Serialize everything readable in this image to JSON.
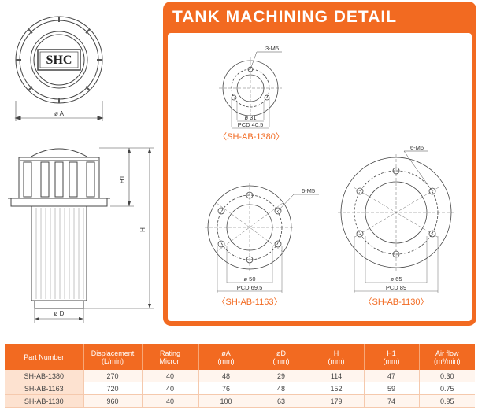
{
  "left": {
    "logo": "SHC",
    "dim_top": "ø A",
    "dim_h1": "H1",
    "dim_h": "H",
    "dim_bottom": "ø D"
  },
  "panel": {
    "title": "TANK MACHINING DETAIL",
    "details": [
      {
        "caption": "〈SH-AB-1380〉",
        "holes": "3-M5",
        "inner_dia": "ø 31",
        "pcd": "PCD 40.5"
      },
      {
        "caption": "〈SH-AB-1163〉",
        "holes": "6-M5",
        "inner_dia": "ø 50",
        "pcd": "PCD 69.5"
      },
      {
        "caption": "〈SH-AB-1130〉",
        "holes": "6-M6",
        "inner_dia": "ø 65",
        "pcd": "PCD 89"
      }
    ]
  },
  "table": {
    "headers": [
      {
        "line1": "Part Number",
        "line2": ""
      },
      {
        "line1": "Displacement",
        "line2": "(L/min)"
      },
      {
        "line1": "Rating",
        "line2": "Micron"
      },
      {
        "line1": "øA",
        "line2": "(mm)"
      },
      {
        "line1": "øD",
        "line2": "(mm)"
      },
      {
        "line1": "H",
        "line2": "(mm)"
      },
      {
        "line1": "H1",
        "line2": "(mm)"
      },
      {
        "line1": "Air flow",
        "line2": "(m³/min)"
      }
    ],
    "rows": [
      [
        "SH-AB-1380",
        "270",
        "40",
        "48",
        "29",
        "114",
        "47",
        "0.30"
      ],
      [
        "SH-AB-1163",
        "720",
        "40",
        "76",
        "48",
        "152",
        "59",
        "0.75"
      ],
      [
        "SH-AB-1130",
        "960",
        "40",
        "100",
        "63",
        "179",
        "74",
        "0.95"
      ]
    ]
  },
  "colors": {
    "accent": "#f26a21",
    "caption": "#f26a21"
  }
}
